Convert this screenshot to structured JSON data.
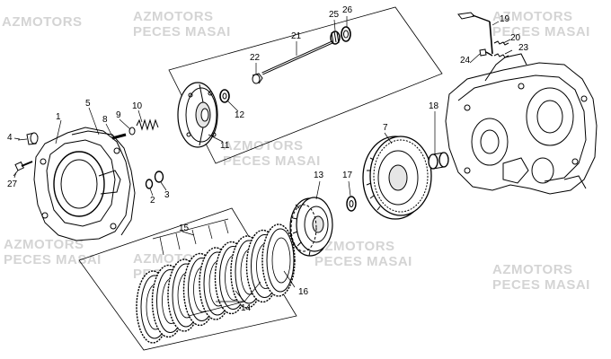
{
  "watermark": {
    "line1": "AZMOTORS",
    "line2": "PECES MASAI"
  },
  "callouts": {
    "c1": "1",
    "c2": "2",
    "c3": "3",
    "c4": "4",
    "c5": "5",
    "c7": "7",
    "c8": "8",
    "c9": "9",
    "c10": "10",
    "c11": "11",
    "c12": "12",
    "c13": "13",
    "c14": "14",
    "c15": "15",
    "c16": "16",
    "c17": "17",
    "c18": "18",
    "c19": "19",
    "c20": "20",
    "c21": "21",
    "c22": "22",
    "c23": "23",
    "c24": "24",
    "c25": "25",
    "c26": "26",
    "c27": "27"
  },
  "colors": {
    "line": "#000000",
    "watermark": "#d4d4d4",
    "part_fill": "#ffffff",
    "shade": "#e6e6e6"
  }
}
